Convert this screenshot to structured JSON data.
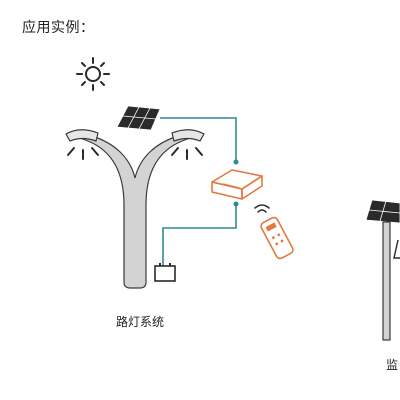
{
  "heading": "应用实例：",
  "captions": {
    "street": "路灯系统",
    "right": "监"
  },
  "colors": {
    "line": "#2d8a96",
    "pole": "#d3d3d3",
    "pole_stroke": "#3a3a3a",
    "panel": "#2a2a2a",
    "controller": "#e27a3f",
    "remote": "#e27a3f"
  },
  "icons": {
    "sun": "sun-icon",
    "solar_panel": "solar-panel-icon",
    "controller": "controller-box-icon",
    "remote": "remote-control-icon",
    "battery": "battery-icon"
  }
}
